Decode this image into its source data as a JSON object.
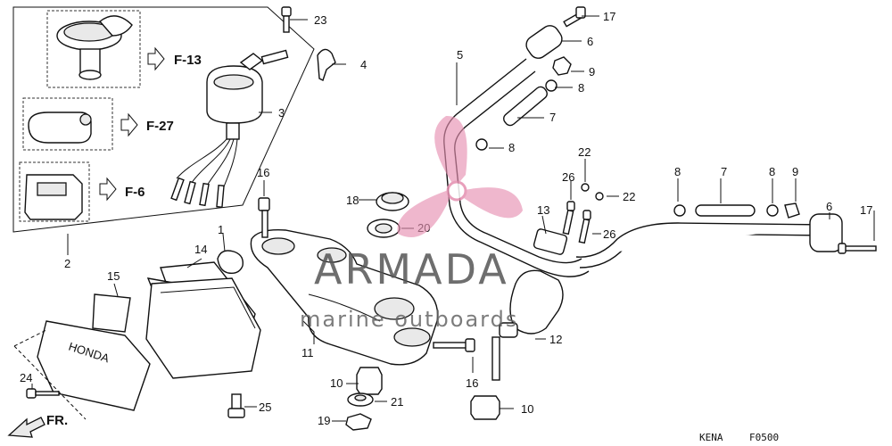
{
  "callouts": [
    "1",
    "2",
    "3",
    "4",
    "5",
    "6",
    "6",
    "7",
    "7",
    "8",
    "8",
    "8",
    "8",
    "9",
    "9",
    "10",
    "10",
    "11",
    "12",
    "13",
    "14",
    "15",
    "16",
    "16",
    "17",
    "17",
    "18",
    "19",
    "20",
    "21",
    "22",
    "22",
    "23",
    "24",
    "25",
    "26",
    "26"
  ],
  "refs": {
    "f13": "F-13",
    "f27": "F-27",
    "f6": "F-6"
  },
  "direction": "FR.",
  "emblem_text": "HONDA",
  "watermark": {
    "brand": "ARMADA",
    "tagline": "marine outboards",
    "color": "#e58fb0"
  },
  "footer": {
    "code1": "KENA",
    "code2": "F0500"
  }
}
